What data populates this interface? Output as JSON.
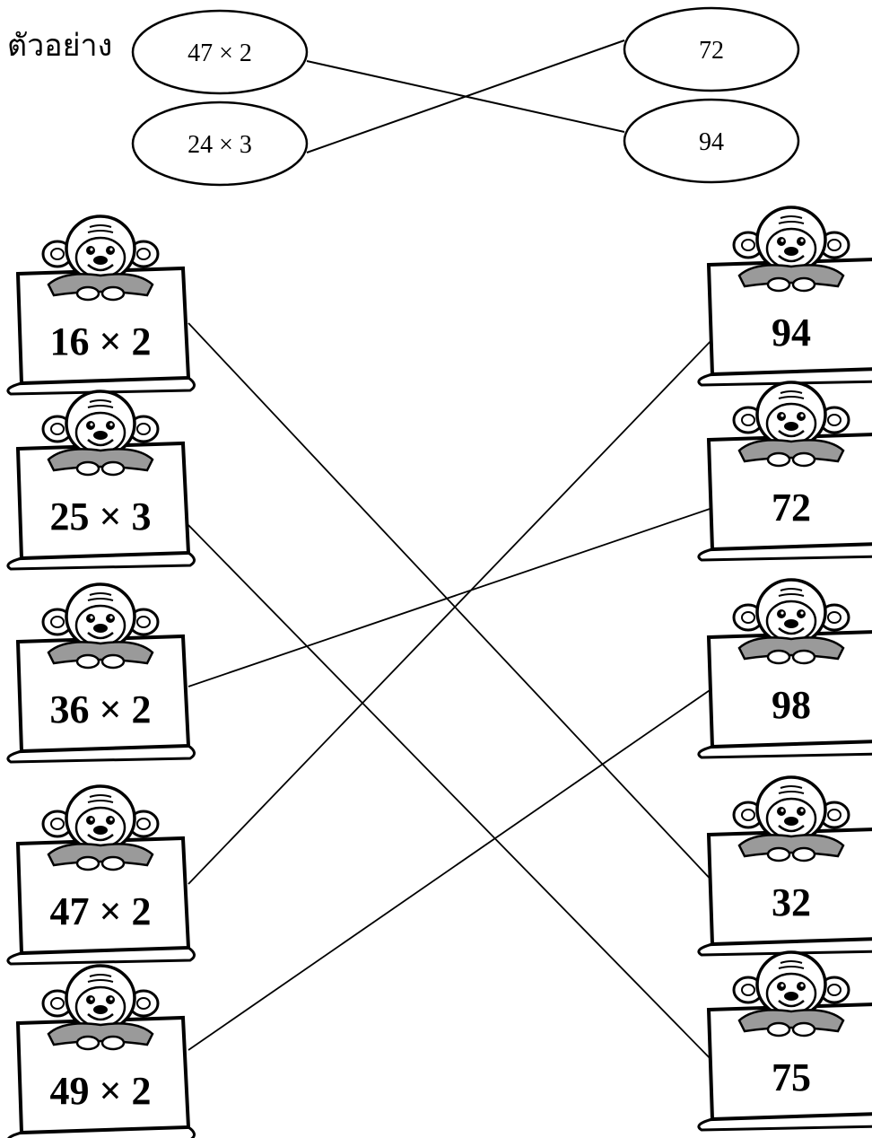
{
  "worksheet": {
    "example_label": "ตัวอย่าง",
    "example": {
      "left": [
        "47 × 2",
        "24 × 3"
      ],
      "right": [
        "72",
        "94"
      ],
      "matches": [
        [
          0,
          1
        ],
        [
          1,
          0
        ]
      ]
    },
    "exercise": {
      "left": [
        "16 × 2",
        "25 × 3",
        "36 × 2",
        "47 × 2",
        "49 × 2"
      ],
      "right": [
        "94",
        "72",
        "98",
        "32",
        "75"
      ],
      "matches": [
        [
          0,
          3
        ],
        [
          1,
          4
        ],
        [
          2,
          1
        ],
        [
          3,
          0
        ],
        [
          4,
          2
        ]
      ]
    }
  }
}
